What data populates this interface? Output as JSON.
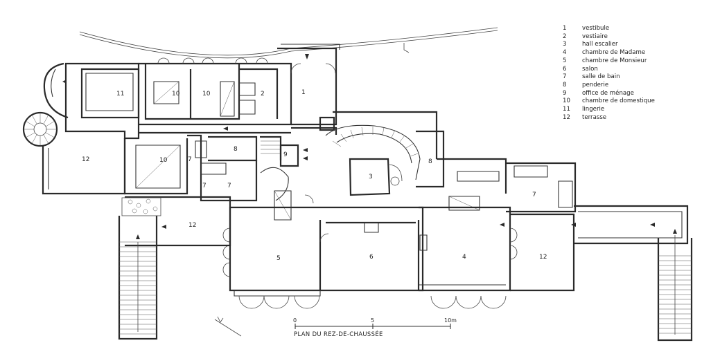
{
  "legend": [
    {
      "num": "1",
      "label": "vestibule"
    },
    {
      "num": "2",
      "label": "vestiaire"
    },
    {
      "num": "3",
      "label": "hall escalier"
    },
    {
      "num": "4",
      "label": "chambre de Madame"
    },
    {
      "num": "5",
      "label": "chambre de Monsieur"
    },
    {
      "num": "6",
      "label": "salon"
    },
    {
      "num": "7",
      "label": "salle de bain"
    },
    {
      "num": "8",
      "label": "penderie"
    },
    {
      "num": "9",
      "label": "office de ménage"
    },
    {
      "num": "10",
      "label": "chambre de domestique"
    },
    {
      "num": "11",
      "label": "lingerie"
    },
    {
      "num": "12",
      "label": "terrasse"
    }
  ],
  "rooms": {
    "r1": "1",
    "r2": "2",
    "r3": "3",
    "r4": "4",
    "r5": "5",
    "r6": "6",
    "r7a": "7",
    "r7b": "7",
    "r7c": "7",
    "r7d": "7",
    "r8a": "8",
    "r8b": "8",
    "r9": "9",
    "r10a": "10",
    "r10b": "10",
    "r10c": "10",
    "r11": "11",
    "r12a": "12",
    "r12b": "12",
    "r12c": "12"
  },
  "scale": {
    "zero": "0",
    "mid": "5",
    "end": "10m"
  },
  "caption": "PLAN DU REZ-DE-CHAUSSÉE"
}
